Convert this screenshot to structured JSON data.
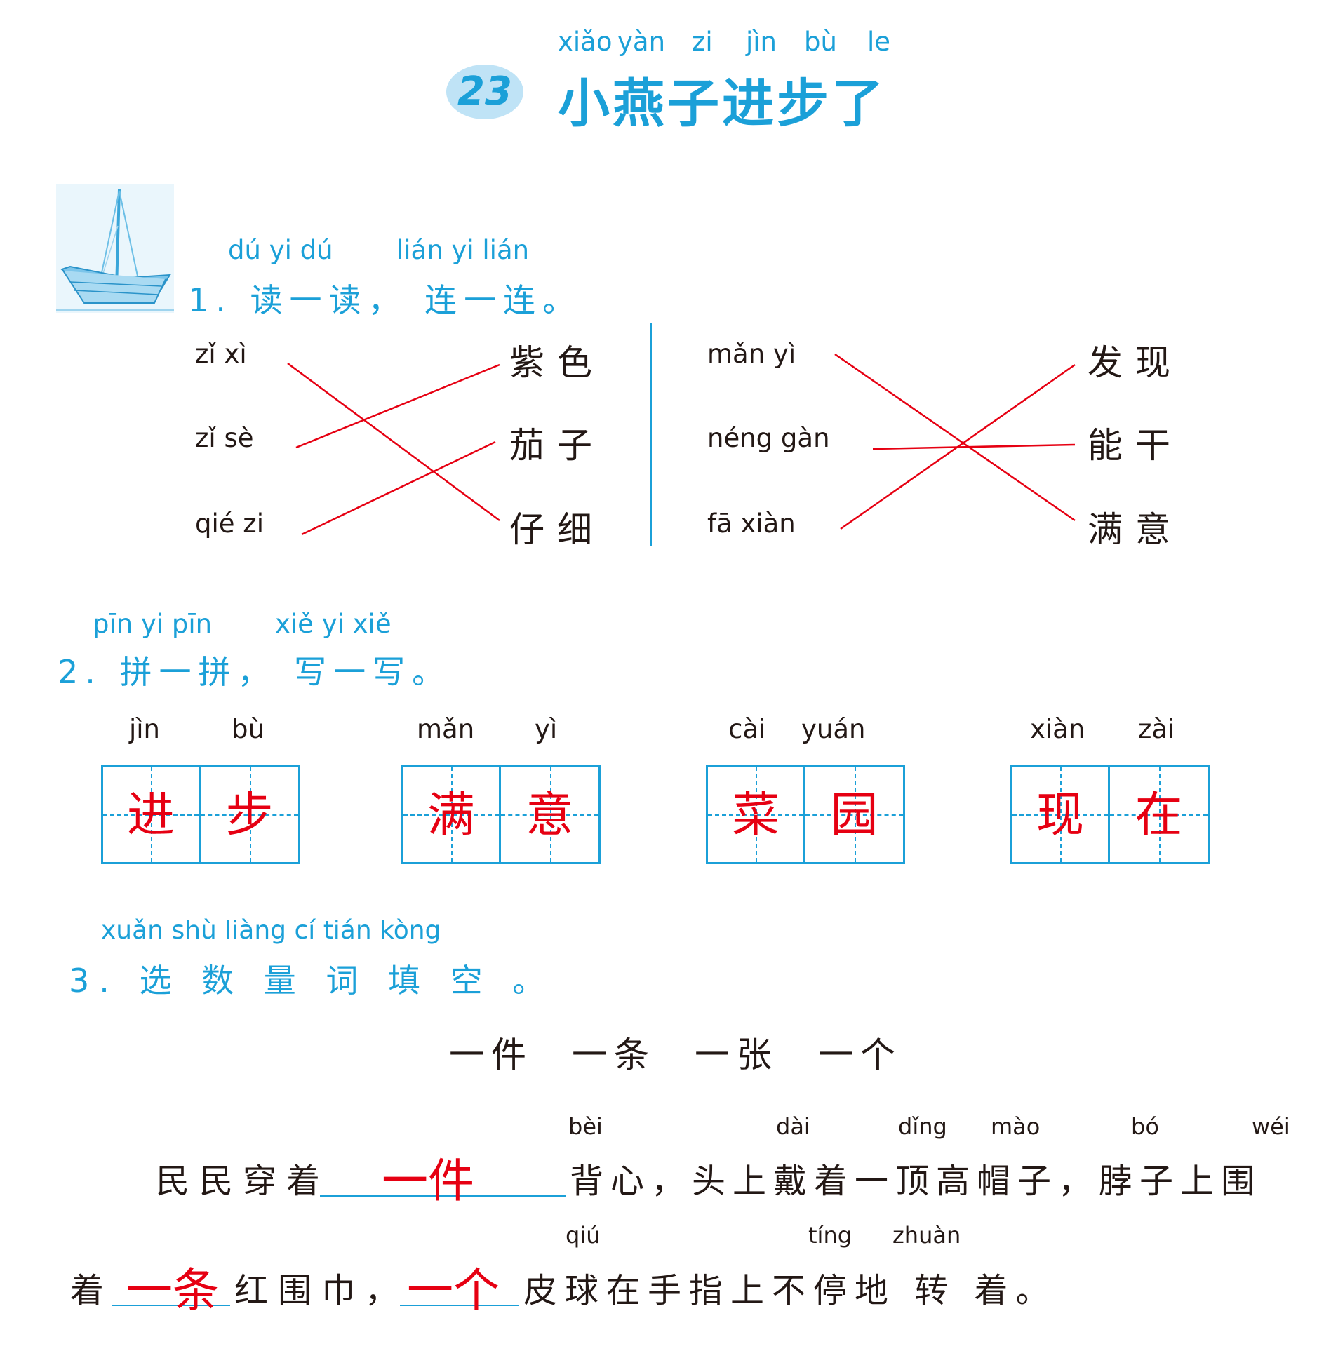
{
  "title": {
    "pinyin": [
      "xiǎo",
      "yàn",
      "zi",
      "jìn",
      "bù",
      "le"
    ],
    "number": "23",
    "text": "小燕子进步了"
  },
  "q1": {
    "pinyin": [
      "dú yi dú",
      "lián yi lián"
    ],
    "label": "1. 读一读， 连一连。",
    "left": {
      "pinyin": [
        "zǐ  xì",
        "zǐ  sè",
        "qié  zi"
      ],
      "words": [
        "紫色",
        "茄子",
        "仔细"
      ]
    },
    "right": {
      "pinyin": [
        "mǎn  yì",
        "néng  gàn",
        "fā  xiàn"
      ],
      "words": [
        "发现",
        "能干",
        "满意"
      ]
    }
  },
  "q2": {
    "pinyin": [
      "pīn yi pīn",
      "xiě yi xiě"
    ],
    "label": "2. 拼一拼， 写一写。",
    "items": [
      {
        "pinyin": [
          "jìn",
          "bù"
        ],
        "chars": [
          "进",
          "步"
        ]
      },
      {
        "pinyin": [
          "mǎn",
          "yì"
        ],
        "chars": [
          "满",
          "意"
        ]
      },
      {
        "pinyin": [
          "cài",
          "yuán"
        ],
        "chars": [
          "菜",
          "园"
        ]
      },
      {
        "pinyin": [
          "xiàn",
          "zài"
        ],
        "chars": [
          "现",
          "在"
        ]
      }
    ]
  },
  "q3": {
    "pinyin": "xuǎn shù liàng cí tián kòng",
    "label": "3. 选 数 量 词 填 空 。",
    "options": [
      "一件",
      "一条",
      "一张",
      "一个"
    ],
    "line1": {
      "before": "民民穿着",
      "answer": "一件",
      "after": "背心，头上戴着一顶高帽子，脖子上围",
      "pinyin": [
        "bèi",
        "dài",
        "dǐng",
        "mào",
        "bó",
        "wéi"
      ]
    },
    "line2": {
      "start": "着",
      "answer1": "一条",
      "middle": "红围巾，",
      "answer2": "一个",
      "end": "皮球在手指上不停地 转 着。",
      "pinyin": [
        "qiú",
        "tíng",
        "zhuàn"
      ]
    }
  }
}
